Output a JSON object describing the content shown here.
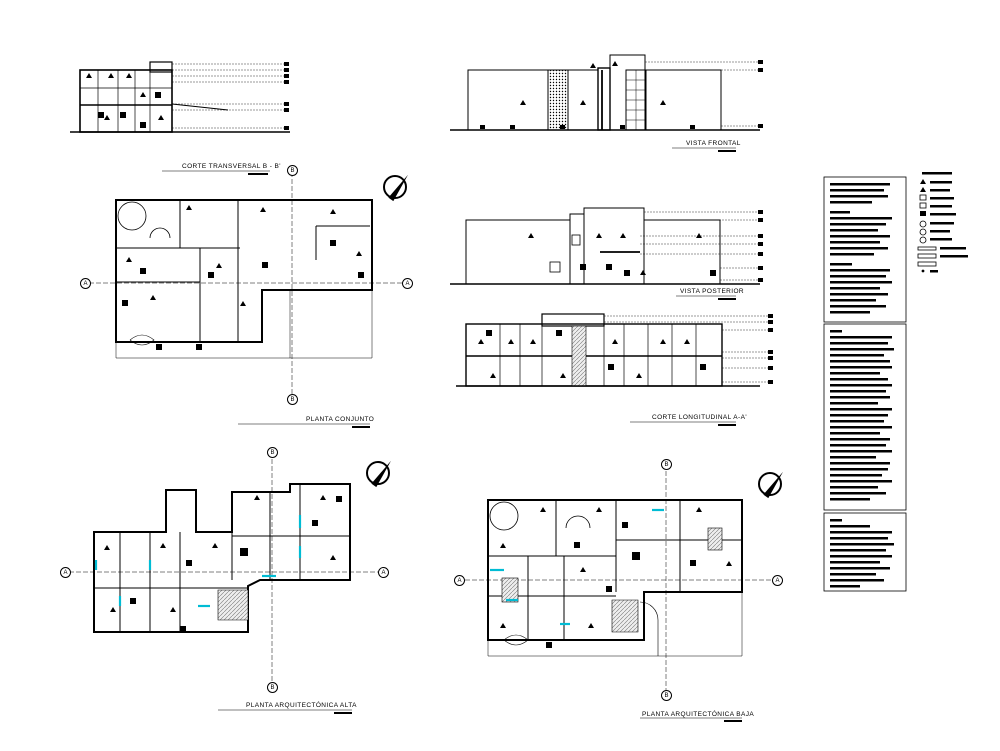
{
  "drawings": {
    "corte_bb": "CORTE TRANSVERSAL B - B'",
    "vista_frontal": "VISTA FRONTAL",
    "vista_posterior": "VISTA POSTERIOR",
    "planta_conjunto": "PLANTA CONJUNTO",
    "corte_aa": "CORTE LONGITUDINAL A-A'",
    "planta_alta": "PLANTA ARQUITECTÓNICA ALTA",
    "planta_baja": "PLANTA ARQUITECTÓNICA BAJA"
  },
  "axes": {
    "a": "A",
    "b": "B"
  },
  "colors": {
    "ink": "#000000",
    "window": "#00bcd4",
    "hatch": "#7a7a7a",
    "paper": "#ffffff"
  }
}
